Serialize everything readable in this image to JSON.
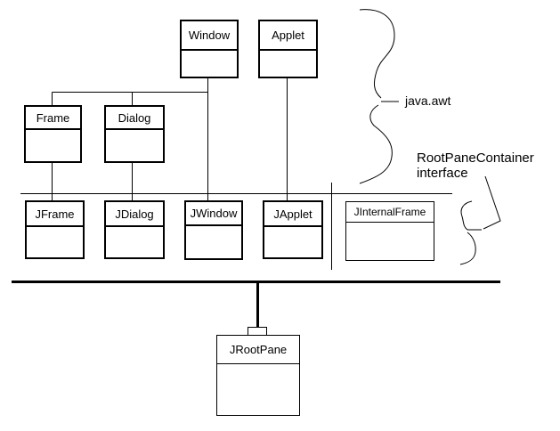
{
  "diagram": {
    "type": "class-hierarchy",
    "background": "#ffffff",
    "line_color": "#000000",
    "classes": {
      "window": "Window",
      "applet": "Applet",
      "frame": "Frame",
      "dialog": "Dialog",
      "jframe": "JFrame",
      "jdialog": "JDialog",
      "jwindow": "JWindow",
      "japplet": "JApplet",
      "jinternalframe": "JInternalFrame",
      "jrootpane": "JRootPane"
    },
    "annotations": {
      "java_awt": "java.awt",
      "rootpane_container": "RootPaneContainer",
      "interface_word": "interface"
    },
    "relationships": [
      "Window -> Frame, Dialog, JWindow",
      "Applet -> JApplet",
      "Frame -> JFrame",
      "Dialog -> JDialog",
      "JFrame, JDialog, JWindow, JApplet, JInternalFrame -> JRootPane"
    ]
  }
}
